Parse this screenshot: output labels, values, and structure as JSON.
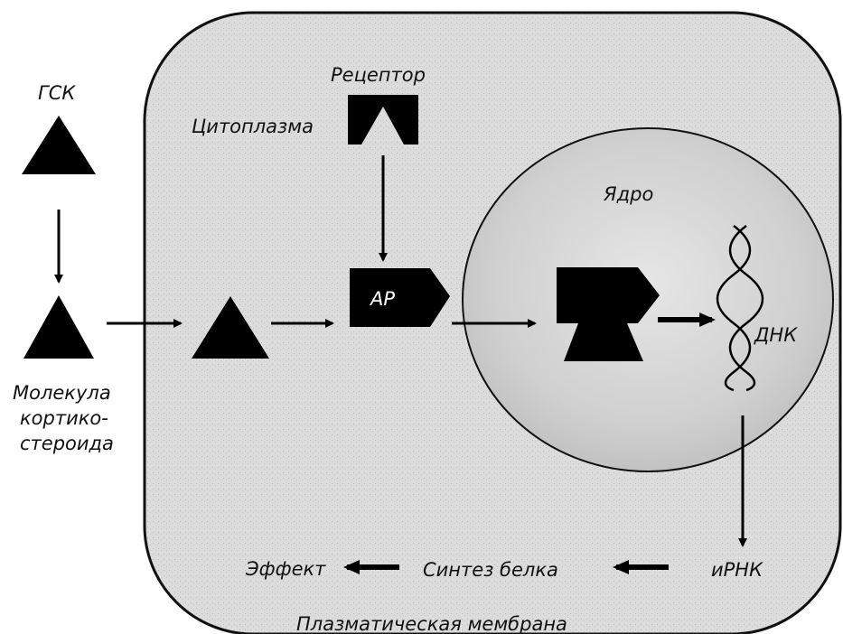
{
  "labels": {
    "gsk": "ГСК",
    "receptor": "Рецептор",
    "cytoplasm": "Цитоплазма",
    "nucleus": "Ядро",
    "ar": "АР",
    "dnk": "ДНК",
    "molecule_line1": "Молекула",
    "molecule_line2": "кортико-",
    "molecule_line3": "стероида",
    "mrna": "иРНК",
    "protein_synthesis": "Синтез белка",
    "effect": "Эффект",
    "membrane": "Плазматическая мембрана"
  },
  "colors": {
    "shape_fill": "#000000",
    "cell_fill": "#d9d9d9",
    "nucleus_fill": "#c8c8c8",
    "outline": "#111111"
  }
}
